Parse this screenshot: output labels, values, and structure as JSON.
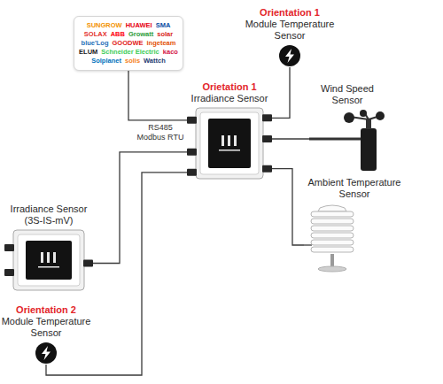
{
  "diagram": {
    "nodes": [
      {
        "text": [
          "SUNGROW",
          "HUAWEI",
          "SMA",
          "SOLAX",
          "ABB",
          "Growatt",
          "solar",
          "blue'Log",
          "GOODWE",
          "ingeteam",
          "ELUM",
          "Schneider Electric",
          "kaco",
          "Solplanet",
          "solis",
          "Wattch"
        ]
      },
      {
        "text": [
          "Orietation 1",
          "Irradiance Sensor"
        ]
      },
      {
        "text": [
          "Orientation 1",
          "Module Temperature Sensor"
        ]
      },
      {
        "text": [
          "Wind Speed Sensor"
        ]
      },
      {
        "text": [
          "Ambient Temperature Sensor"
        ]
      },
      {
        "text": [
          "Irradiance Sensor (3S-IS-mV)"
        ]
      },
      {
        "text": [
          "Orientation 2",
          "Module Temperature Sensor"
        ]
      }
    ],
    "edges": [
      {
        "from": 1,
        "to": 0,
        "label": "RS485 Modbus RTU",
        "arrow": "none"
      },
      {
        "from": 1,
        "to": 2,
        "arrow": "none"
      },
      {
        "from": 1,
        "to": 3,
        "arrow": "none"
      },
      {
        "from": 1,
        "to": 4,
        "arrow": "none"
      },
      {
        "from": 1,
        "to": 5,
        "arrow": "none"
      },
      {
        "from": 1,
        "to": 6,
        "arrow": "none"
      }
    ]
  }
}
